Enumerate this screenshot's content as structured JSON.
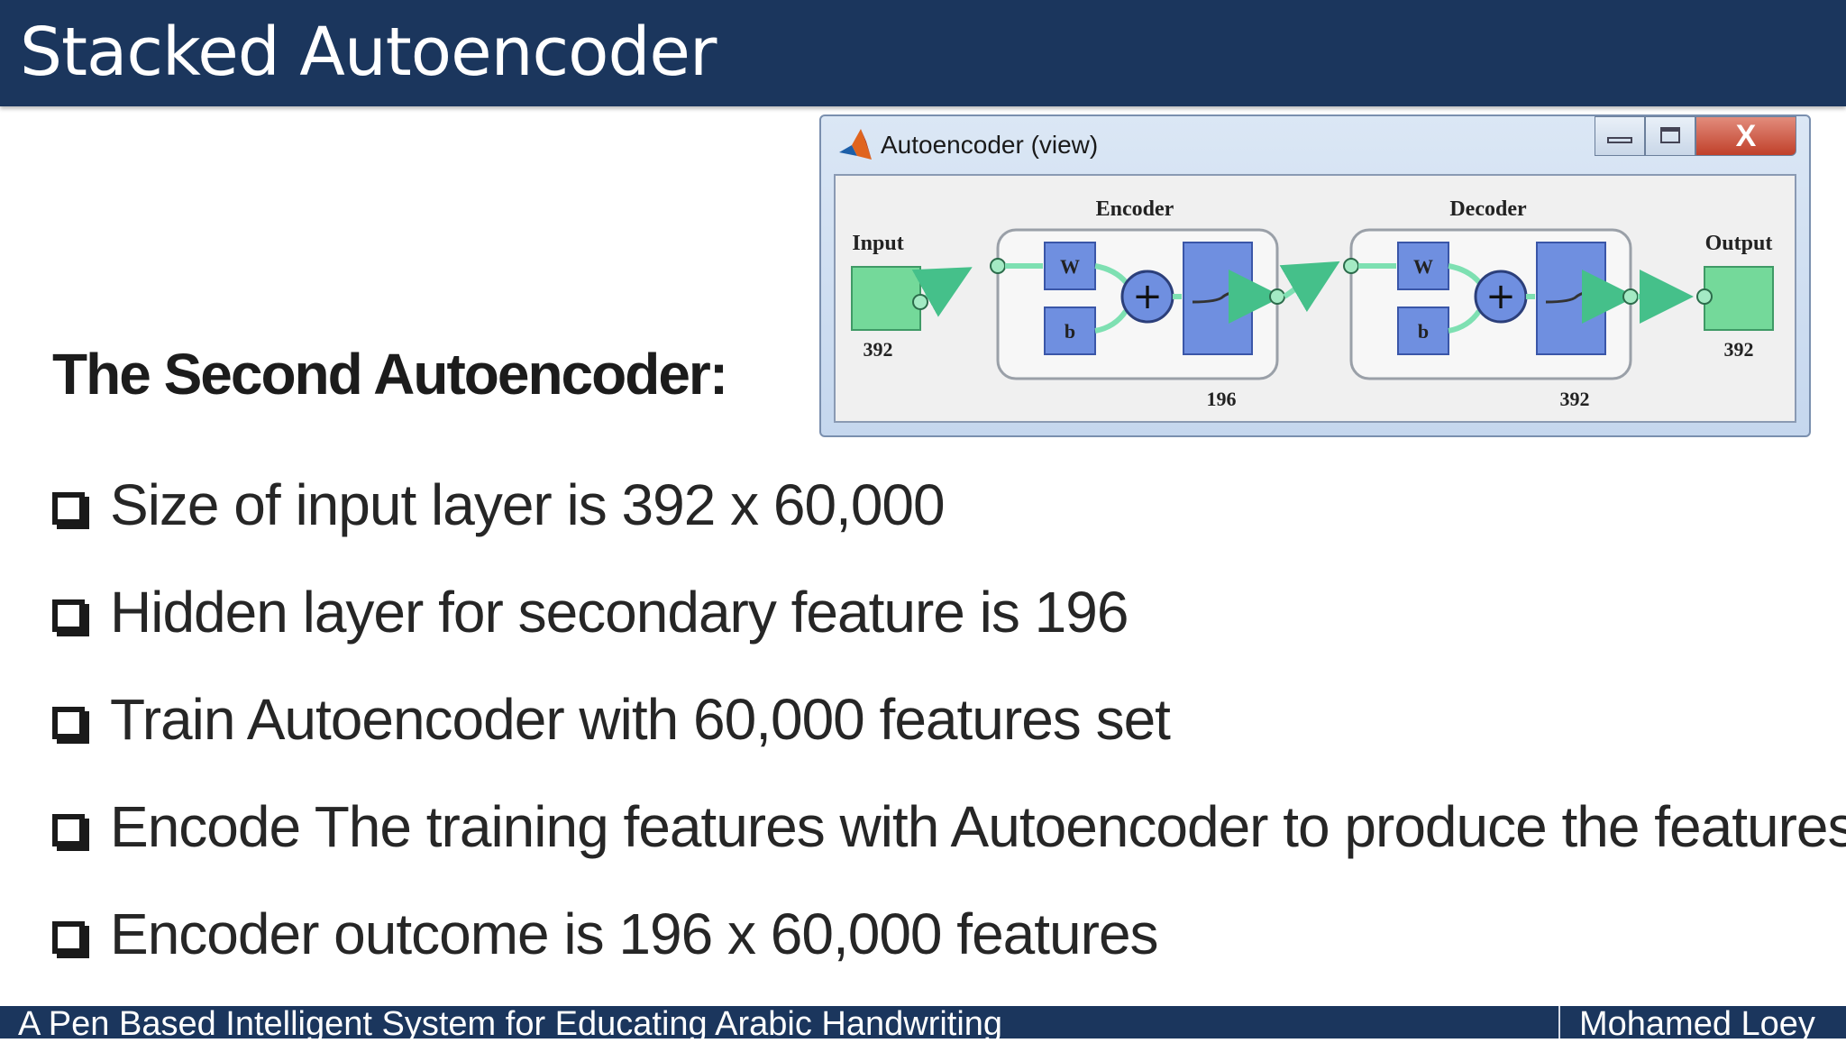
{
  "slide": {
    "title": "Stacked Autoencoder",
    "subtitle": "The Second Autoencoder:",
    "bullets": [
      "Size of input layer is 392 x 60,000",
      "Hidden layer for secondary feature is 196",
      "Train Autoencoder with 60,000 features set",
      "Encode The training features with Autoencoder to produce the features",
      "Encoder outcome is 196 x 60,000 features"
    ]
  },
  "window": {
    "title": "Autoencoder (view)",
    "close_label": "X",
    "diagram": {
      "input_label": "Input",
      "input_size": "392",
      "encoder_label": "Encoder",
      "encoder_size": "196",
      "decoder_label": "Decoder",
      "decoder_size": "392",
      "output_label": "Output",
      "output_size": "392",
      "weight_label": "W",
      "bias_label": "b",
      "sum_symbol": "+"
    }
  },
  "footer": {
    "left": "A Pen Based Intelligent System for Educating Arabic Handwriting",
    "right": "Mohamed Loey"
  },
  "colors": {
    "banner": "#1b365d",
    "block_blue": "#6f8fe0",
    "block_green": "#74d99a"
  }
}
